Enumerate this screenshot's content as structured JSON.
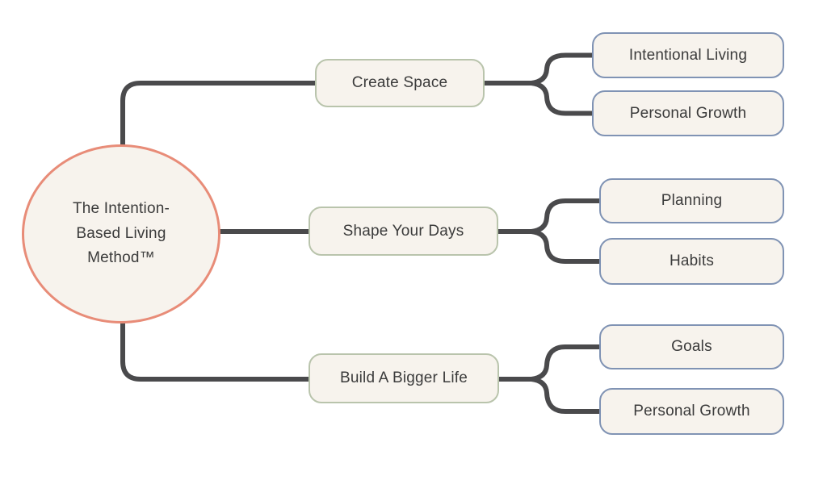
{
  "colors": {
    "background": "#ffffff",
    "line": "#4a4a4c",
    "node-fill": "#f7f3ed",
    "center-border": "#e88c78",
    "branch-border": "#b9c4ac",
    "leaf-border": "#8093b4",
    "text": "#3b3b3b"
  },
  "diagram": {
    "center": {
      "label": "The Intention-Based Living Method™"
    },
    "branches": [
      {
        "label": "Create Space",
        "children": [
          {
            "label": "Intentional Living"
          },
          {
            "label": "Personal Growth"
          }
        ]
      },
      {
        "label": "Shape Your Days",
        "children": [
          {
            "label": "Planning"
          },
          {
            "label": "Habits"
          }
        ]
      },
      {
        "label": "Build A Bigger Life",
        "children": [
          {
            "label": "Goals"
          },
          {
            "label": "Personal Growth"
          }
        ]
      }
    ]
  }
}
